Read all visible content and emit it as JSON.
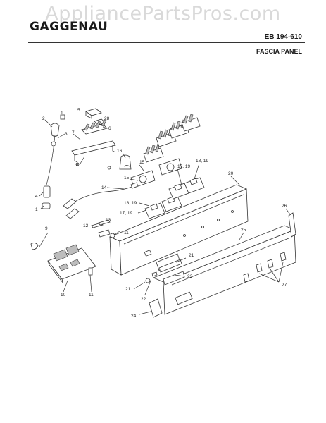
{
  "header": {
    "watermark": "AppliancePartsPros.com",
    "brand": "GAGGENAU",
    "model": "EB 194-610",
    "section": "FASCIA PANEL"
  },
  "callouts": [
    {
      "id": "c1a",
      "text": "1"
    },
    {
      "id": "c2",
      "text": "2"
    },
    {
      "id": "c3",
      "text": "3"
    },
    {
      "id": "c4",
      "text": "4"
    },
    {
      "id": "c1b",
      "text": "1"
    },
    {
      "id": "c5",
      "text": "5"
    },
    {
      "id": "c28",
      "text": "28"
    },
    {
      "id": "c6",
      "text": "6"
    },
    {
      "id": "c7",
      "text": "7"
    },
    {
      "id": "c8",
      "text": "8"
    },
    {
      "id": "c16",
      "text": "16"
    },
    {
      "id": "c15a",
      "text": "15"
    },
    {
      "id": "c15b",
      "text": "15"
    },
    {
      "id": "c14",
      "text": "14"
    },
    {
      "id": "c1719a",
      "text": "17, 19"
    },
    {
      "id": "c1819a",
      "text": "18, 19"
    },
    {
      "id": "c20",
      "text": "20"
    },
    {
      "id": "c1819b",
      "text": "18, 19"
    },
    {
      "id": "c1719b",
      "text": "17, 19"
    },
    {
      "id": "c12",
      "text": "12"
    },
    {
      "id": "c13",
      "text": "13"
    },
    {
      "id": "c11a",
      "text": "11"
    },
    {
      "id": "c9",
      "text": "9"
    },
    {
      "id": "c10",
      "text": "10"
    },
    {
      "id": "c11b",
      "text": "11"
    },
    {
      "id": "c26",
      "text": "26"
    },
    {
      "id": "c25",
      "text": "25"
    },
    {
      "id": "c21a",
      "text": "21"
    },
    {
      "id": "c23",
      "text": "23"
    },
    {
      "id": "c21b",
      "text": "21"
    },
    {
      "id": "c22",
      "text": "22"
    },
    {
      "id": "c27",
      "text": "27"
    },
    {
      "id": "c24",
      "text": "24"
    }
  ]
}
